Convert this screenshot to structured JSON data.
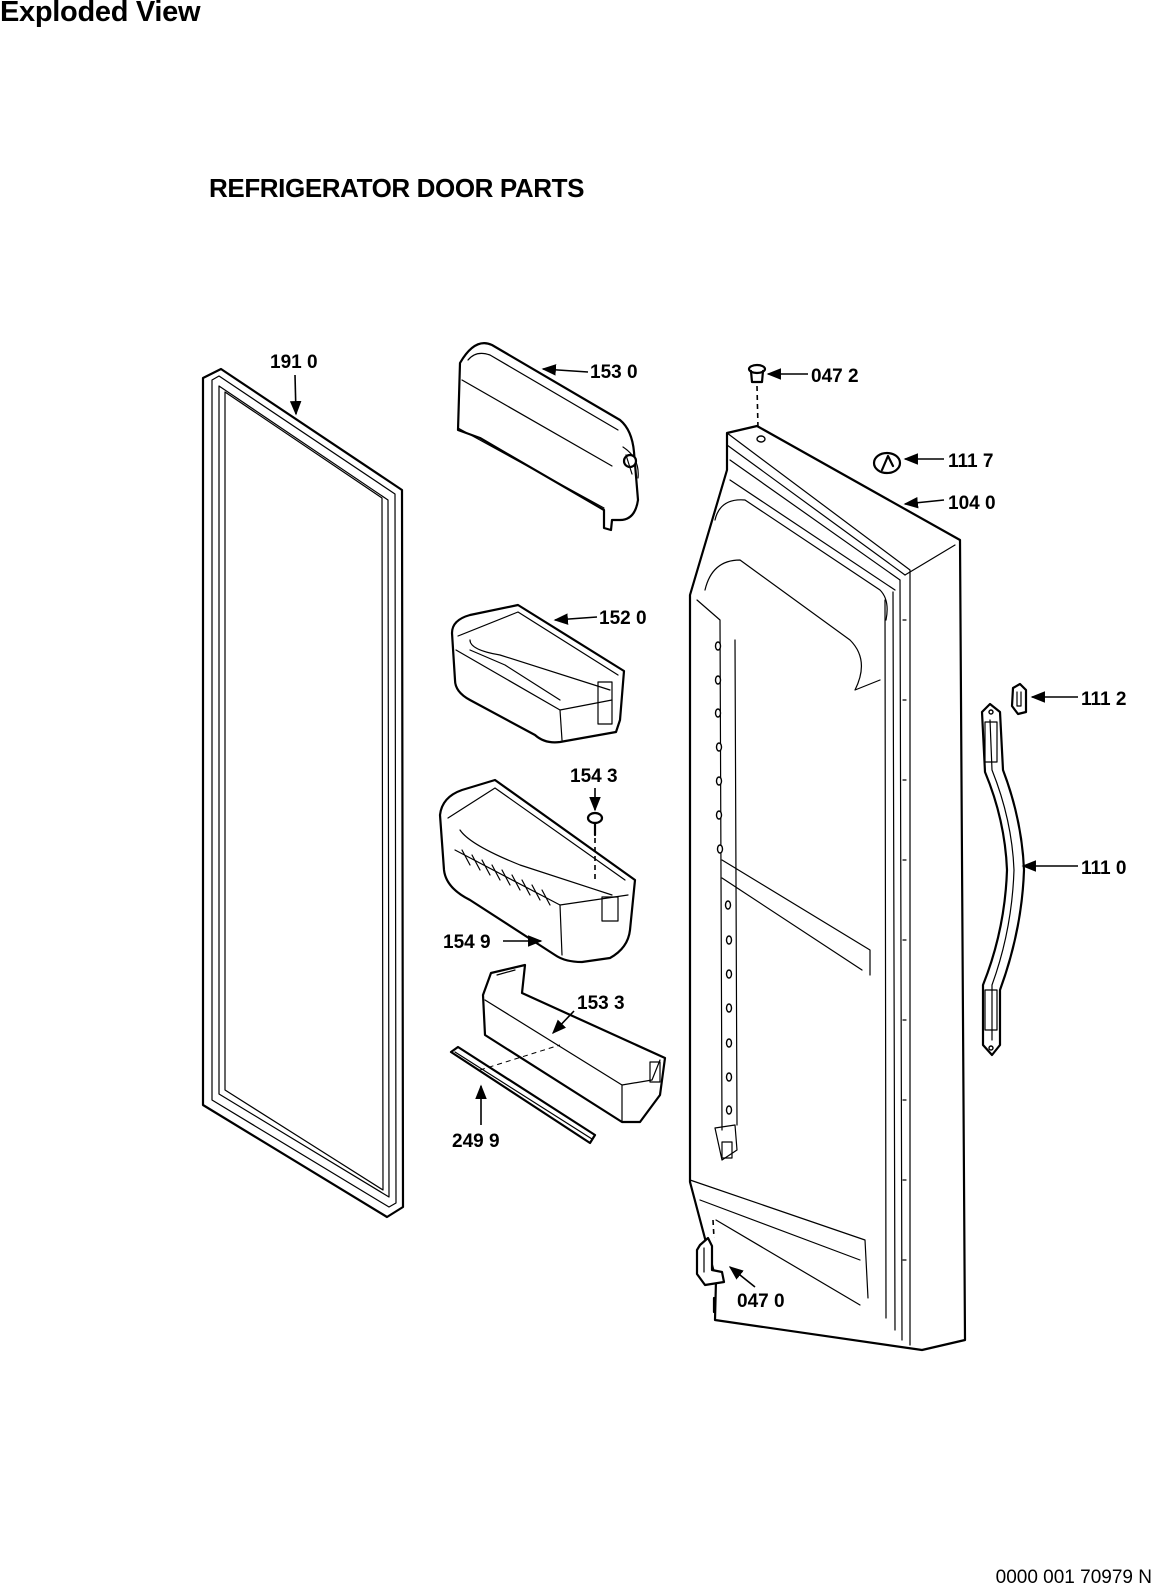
{
  "page": {
    "title": "Exploded View",
    "diagram_title": "REFRIGERATOR DOOR PARTS",
    "doc_number": "0000 001 70979 N"
  },
  "parts": {
    "gasket": "191 0",
    "dairy_door": "153 0",
    "hinge_pin_top": "047 2",
    "plug_button": "111 7",
    "door_assembly": "104 0",
    "bin_upper": "152 0",
    "screw": "154 3",
    "bin_lower": "154 9",
    "shelf_rail": "153 3",
    "trim_strip": "249 9",
    "handle_clip": "111 2",
    "handle": "111 0",
    "hinge_bottom": "047 0"
  }
}
